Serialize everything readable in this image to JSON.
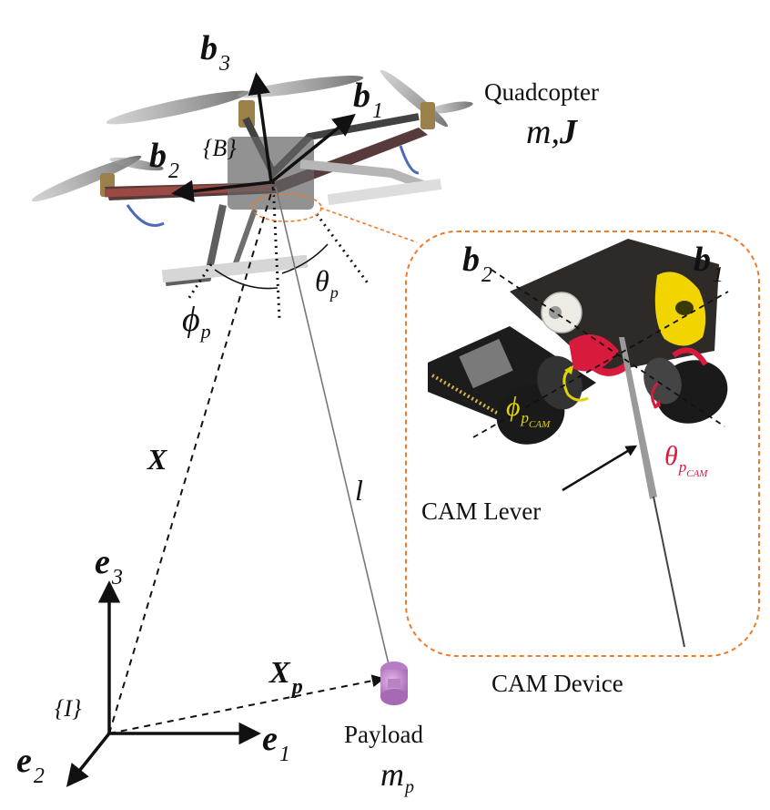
{
  "labels": {
    "b3": {
      "base": "b",
      "sub": "3"
    },
    "b1_main": {
      "base": "b",
      "sub": "1"
    },
    "b2_main": {
      "base": "b",
      "sub": "2"
    },
    "frame_B": "{B}",
    "quadcopter_title": "Quadcopter",
    "quad_params": {
      "m": "m,",
      "J": "J"
    },
    "theta_p": {
      "base": "θ",
      "sub": "p"
    },
    "phi_p": {
      "base": "ϕ",
      "sub": "p"
    },
    "X": "X",
    "l": "l",
    "e3": {
      "base": "e",
      "sub": "3"
    },
    "e1": {
      "base": "e",
      "sub": "1"
    },
    "e2": {
      "base": "e",
      "sub": "2"
    },
    "frame_I": "{I}",
    "Xp": {
      "base": "X",
      "sub": "p"
    },
    "payload_title": "Payload",
    "mp": {
      "base": "m",
      "sub": "p"
    },
    "cam_b2": {
      "base": "b",
      "sub": "2"
    },
    "cam_b1": {
      "base": "b",
      "sub": "1"
    },
    "phi_cam": {
      "base": "ϕ",
      "sub": "p",
      "subsub": "CAM"
    },
    "theta_cam": {
      "base": "θ",
      "sub": "p",
      "subsub": "CAM"
    },
    "cam_lever": "CAM Lever",
    "cam_device": "CAM Device"
  },
  "colors": {
    "ink": "#111111",
    "inset_border": "#f07a2a",
    "phi_cam": "#e0d400",
    "theta_cam": "#d81b3c",
    "payload": "#c68fd0",
    "drone_arm_red": "#8a2a24"
  }
}
